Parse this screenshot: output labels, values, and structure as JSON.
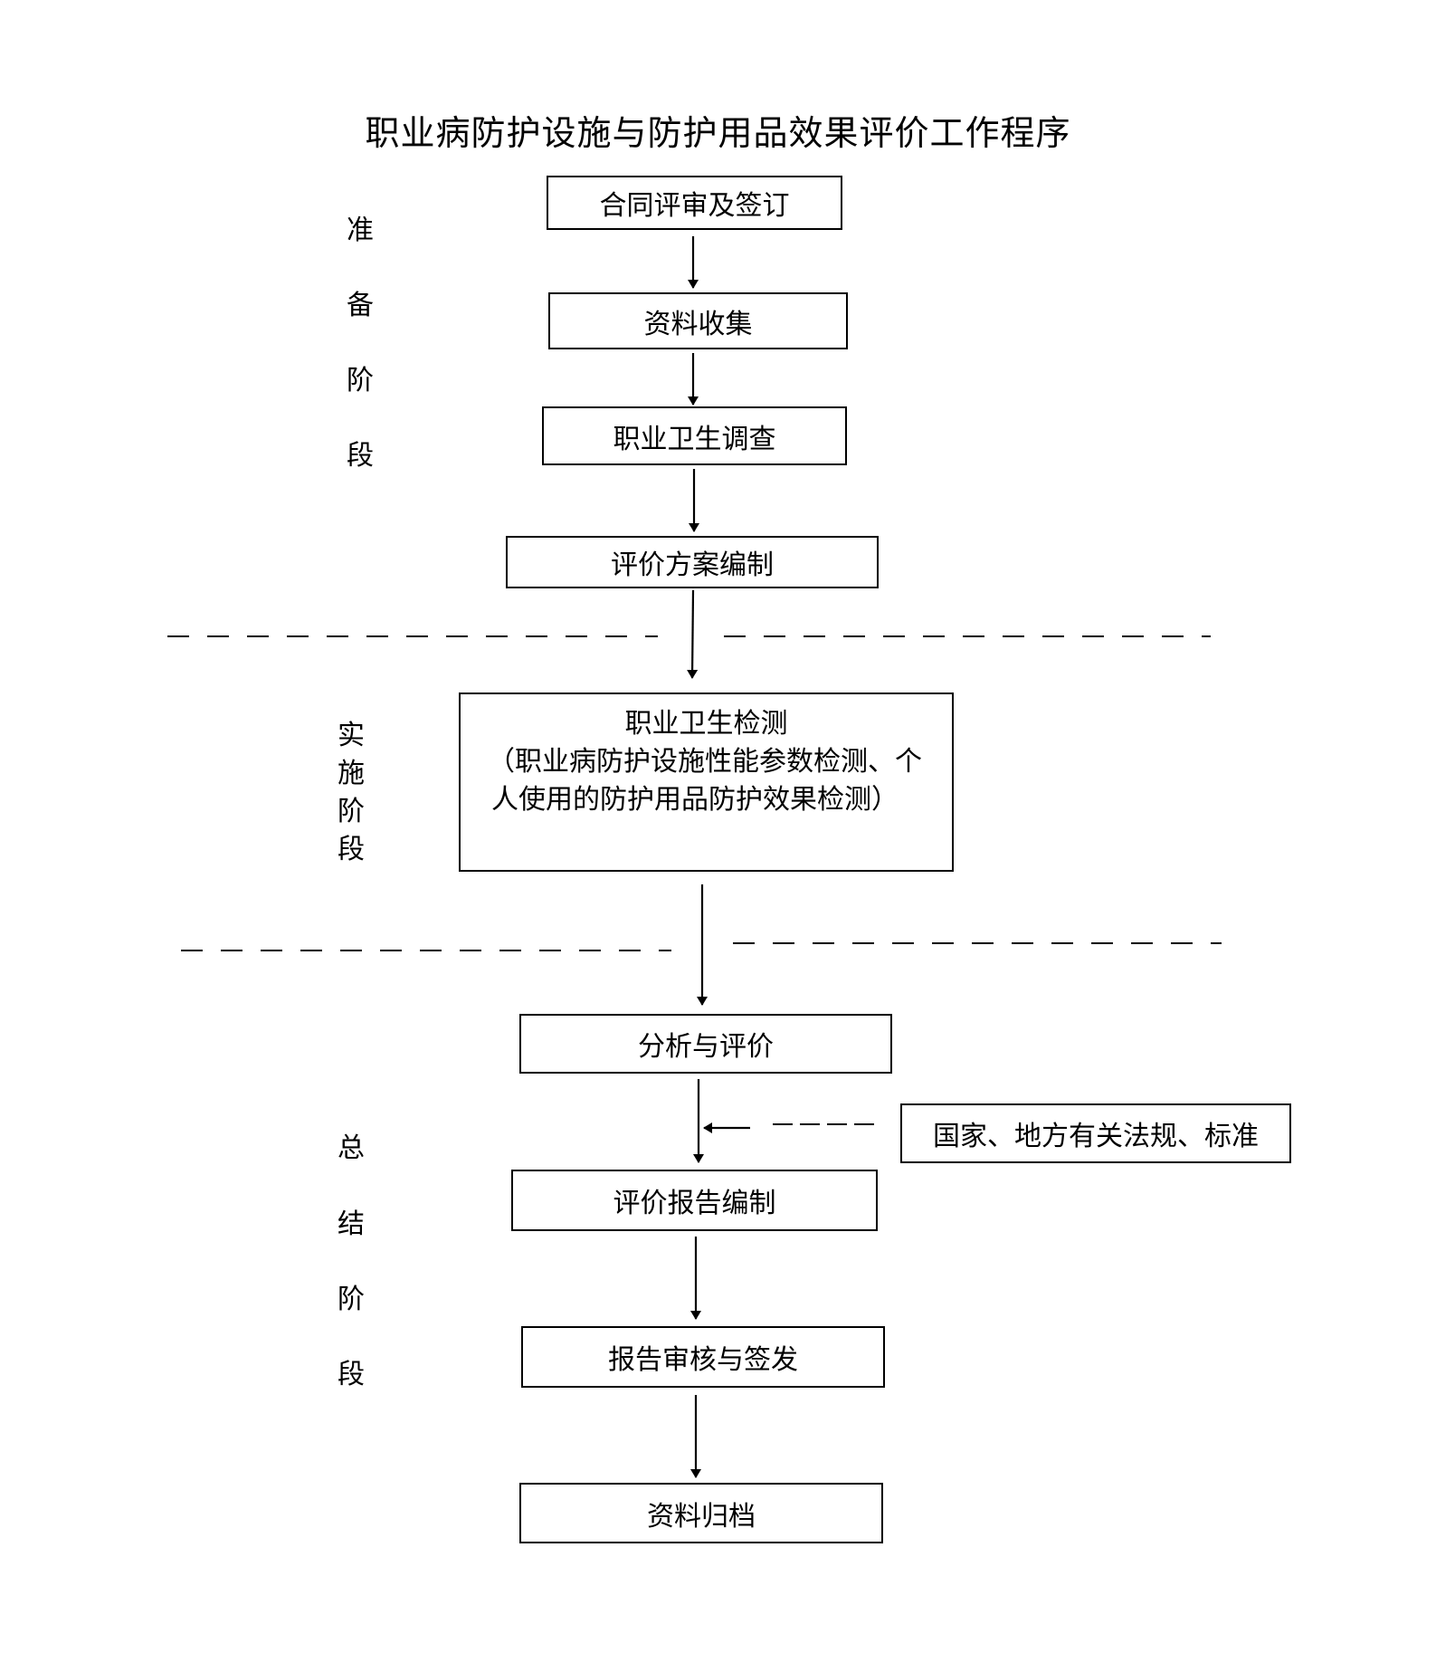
{
  "title": "职业病防护设施与防护用品效果评价工作程序",
  "stages": {
    "preparation": [
      "准",
      "备",
      "阶",
      "段"
    ],
    "implementation": [
      "实",
      "施",
      "阶",
      "段"
    ],
    "summary": [
      "总",
      "结",
      "阶",
      "段"
    ]
  },
  "steps": {
    "contract": "合同评审及签订",
    "data_collection": "资料收集",
    "hygiene_survey": "职业卫生调查",
    "plan": "评价方案编制",
    "detection": {
      "line1": "职业卫生检测",
      "line2": "（职业病防护设施性能参数检测、个",
      "line3": "人使用的防护用品防护效果检测）"
    },
    "analysis": "分析与评价",
    "report": "评价报告编制",
    "review": "报告审核与签发",
    "archive": "资料归档"
  },
  "reference": "国家、地方有关法规、标准"
}
